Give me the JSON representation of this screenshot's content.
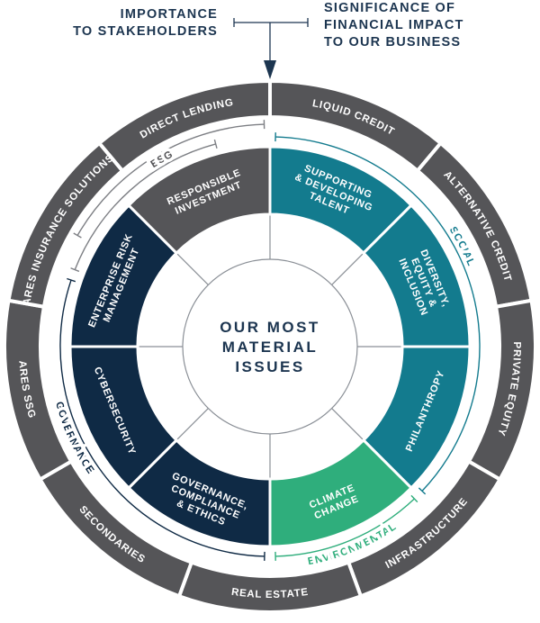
{
  "header": {
    "left_lines": [
      "IMPORTANCE",
      "TO STAKEHOLDERS"
    ],
    "right_lines": [
      "SIGNIFICANCE OF",
      "FINANCIAL IMPACT",
      "TO OUR BUSINESS"
    ]
  },
  "center": {
    "lines": [
      "OUR MOST",
      "MATERIAL",
      "ISSUES"
    ]
  },
  "outer_ring": [
    "LIQUID CREDIT",
    "ALTERNATIVE CREDIT",
    "PRIVATE EQUITY",
    "INFRASTRUCTURE",
    "REAL ESTATE",
    "SECONDARIES",
    "ARES SSG",
    "ARES INSURANCE SOLUTIONS",
    "DIRECT LENDING"
  ],
  "issues": [
    {
      "lines": [
        "SUPPORTING",
        "& DEVELOPING",
        "TALENT"
      ],
      "category": "social"
    },
    {
      "lines": [
        "DIVERSITY,",
        "EQUITY &",
        "INCLUSION"
      ],
      "category": "social"
    },
    {
      "lines": [
        "PHILANTHROPY"
      ],
      "category": "social"
    },
    {
      "lines": [
        "CLIMATE",
        "CHANGE"
      ],
      "category": "environmental"
    },
    {
      "lines": [
        "GOVERNANCE,",
        "COMPLIANCE",
        "& ETHICS"
      ],
      "category": "governance"
    },
    {
      "lines": [
        "CYBERSECURITY"
      ],
      "category": "governance"
    },
    {
      "lines": [
        "ENTERPRISE RISK",
        "MANAGEMENT"
      ],
      "category": "governance"
    },
    {
      "lines": [
        "RESPONSIBLE",
        "INVESTMENT"
      ],
      "category": "esg"
    }
  ],
  "categories": {
    "social": {
      "label": "SOCIAL",
      "color": "#137b8e"
    },
    "environmental": {
      "label": "ENVIRONMENTAL",
      "color": "#2fae7c"
    },
    "governance": {
      "label": "GOVERNANCE",
      "color": "#0f2a45"
    },
    "esg": {
      "label": "ESG",
      "color": "#555558"
    }
  },
  "colors": {
    "outer_ring": "#555558",
    "text_dark": "#1c3550",
    "divider": "#8a8f96"
  }
}
